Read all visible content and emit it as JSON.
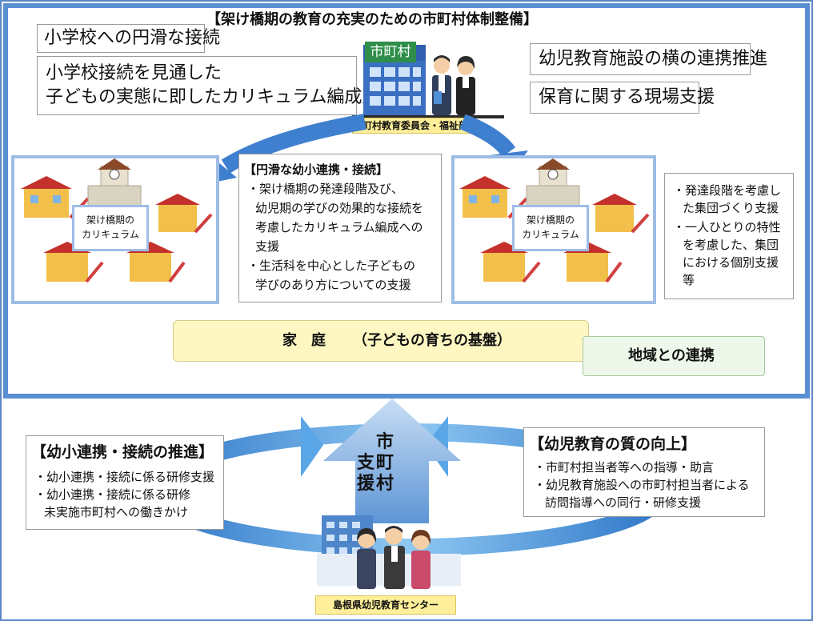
{
  "title": "【架け橋期の教育の充実のための市町村体制整備】",
  "top_left": {
    "box1": "小学校への円滑な接続",
    "box2_line1": "小学校接続を見通した",
    "box2_line2": "子どもの実態に即したカリキュラム編成支援"
  },
  "top_right": {
    "box1": "幼児教育施設の横の連携推進",
    "box2": "保育に関する現場支援"
  },
  "municipality": {
    "sign": "市町村",
    "dept": "市町村教育委員会・福祉部局"
  },
  "left_cluster": {
    "curriculum_line1": "架け橋期の",
    "curriculum_line2": "カリキュラム"
  },
  "right_cluster": {
    "curriculum_line1": "架け橋期の",
    "curriculum_line2": "カリキュラム"
  },
  "center_box": {
    "heading": "【円滑な幼小連携・接続】",
    "lines": [
      "・架け橋期の発達段階及び、",
      "幼児期の学びの効果的な接続を",
      "考慮したカリキュラム編成への",
      "支援",
      "・生活科を中心とした子どもの",
      "学びのあり方についての支援"
    ]
  },
  "right_box": {
    "lines": [
      "・発達段階を考慮し",
      "た集団づくり支援",
      "・一人ひとりの特性",
      "を考慮した、集団",
      "における個別支援",
      "等"
    ]
  },
  "family": {
    "label": "家　庭",
    "sub": "（子どもの育ちの基盤）"
  },
  "community": {
    "label": "地域との連携"
  },
  "bottom_left": {
    "heading": "【幼小連携・接続の推進】",
    "lines": [
      "・幼小連携・接続に係る研修支援",
      "・幼小連携・接続に係る研修",
      "未実施市町村への働きかけ"
    ]
  },
  "center_arrow": {
    "col1": "市町村",
    "col2": "支援"
  },
  "bottom_right": {
    "heading": "【幼児教育の質の向上】",
    "lines": [
      "・市町村担当者等への指導・助言",
      "・幼児教育施設への市町村担当者による",
      "訪問指導への同行・研修支援"
    ]
  },
  "center_label": "島根県幼児教育センター",
  "colors": {
    "frame_blue": "#5b8fd4",
    "arrow_blue": "#3f7fcf",
    "light_blue": "#9ebde6",
    "family_yellow": "#fff7c2",
    "community_green": "#eef8ea",
    "label_yellow": "#ffef9a"
  }
}
